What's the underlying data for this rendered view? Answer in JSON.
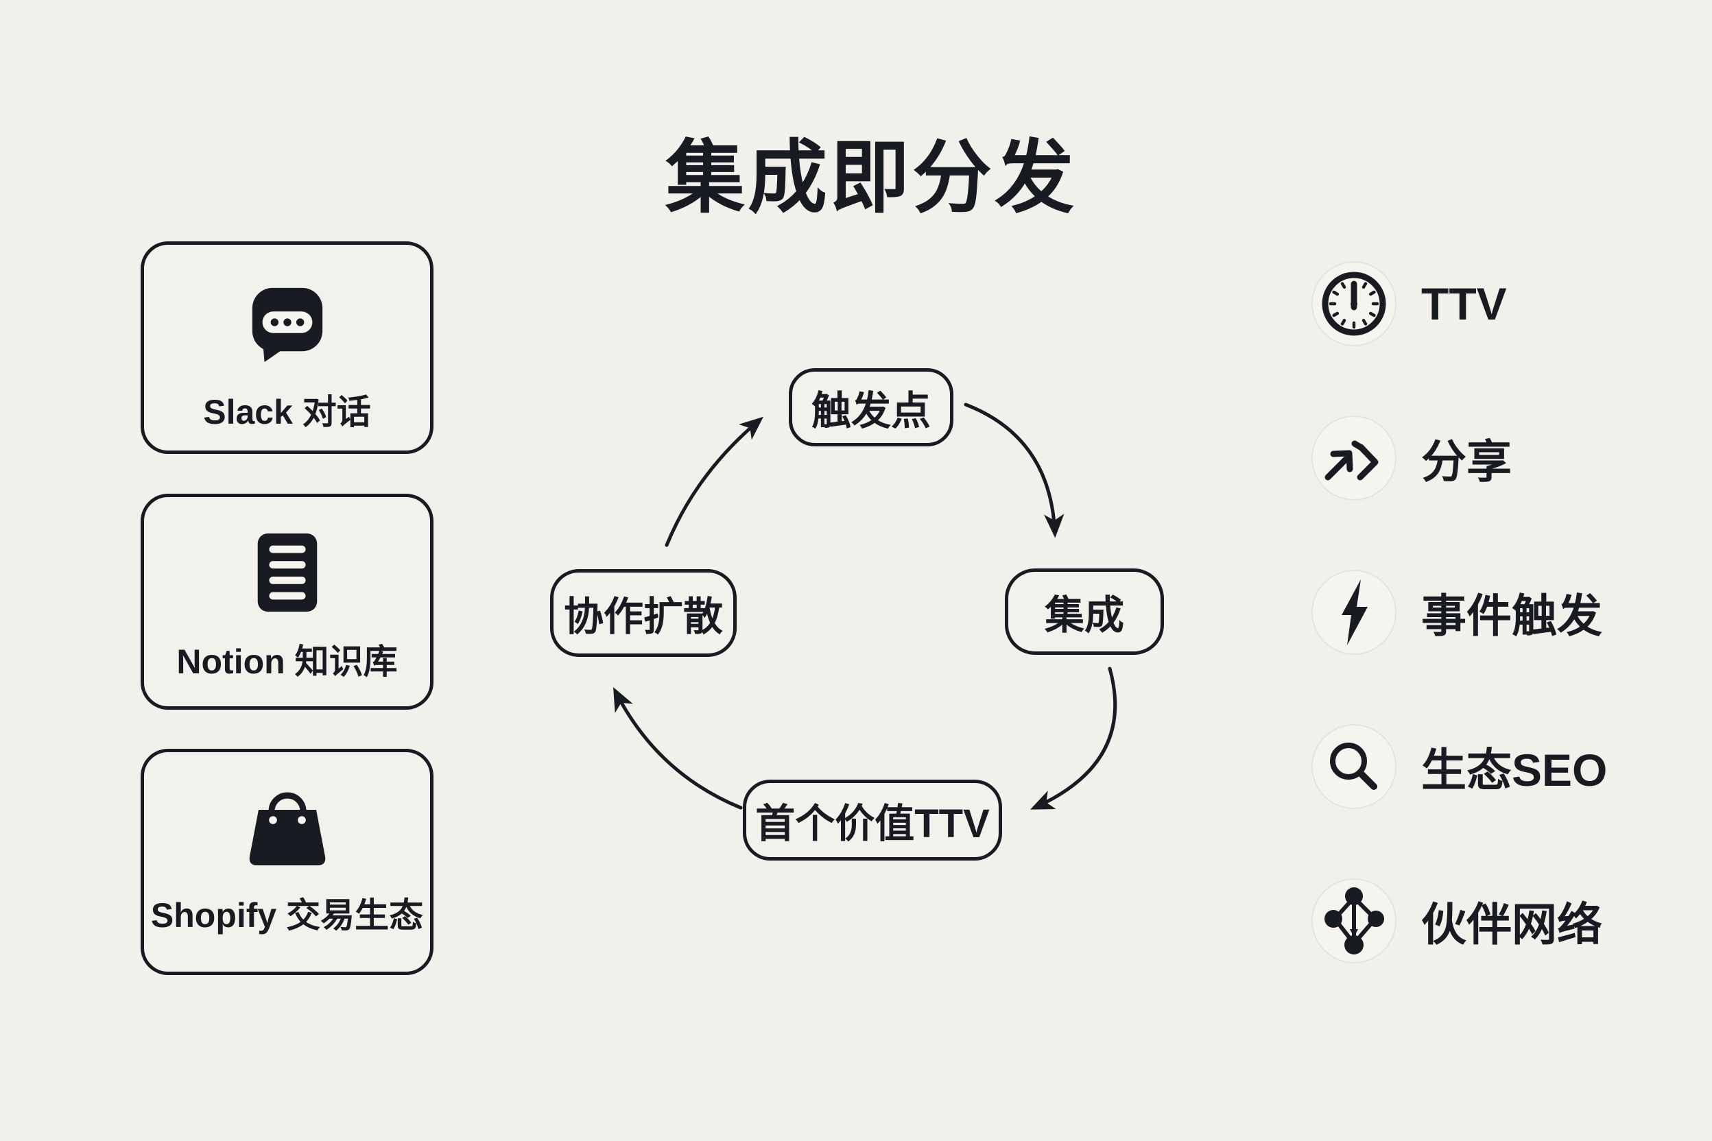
{
  "title": "集成即分发",
  "colors": {
    "background": "#f2f0ea",
    "ink": "#181b21",
    "card_fill": "#f3f1ec",
    "legend_circle_fill": "#f6f4ef",
    "icon_cutout": "#f7f5f0"
  },
  "sources": [
    {
      "label": "Slack 对话",
      "icon": "chat-bubble-icon"
    },
    {
      "label": "Notion 知识库",
      "icon": "document-icon"
    },
    {
      "label": "Shopify 交易生态",
      "icon": "shopping-bag-icon"
    }
  ],
  "cycle": {
    "nodes": [
      {
        "label": "触发点"
      },
      {
        "label": "集成"
      },
      {
        "label": "首个价值TTV"
      },
      {
        "label": "协作扩散"
      }
    ],
    "flow": "触发点 → 集成 → 首个价值TTV → 协作扩散 → 触发点"
  },
  "legend": {
    "items": [
      {
        "label": "TTV",
        "icon": "clock-icon"
      },
      {
        "label": "分享",
        "icon": "share-arrows-icon"
      },
      {
        "label": "事件触发",
        "icon": "lightning-icon"
      },
      {
        "label": "生态SEO",
        "icon": "magnifier-icon"
      },
      {
        "label": "伙伴网络",
        "icon": "network-icon"
      }
    ]
  }
}
